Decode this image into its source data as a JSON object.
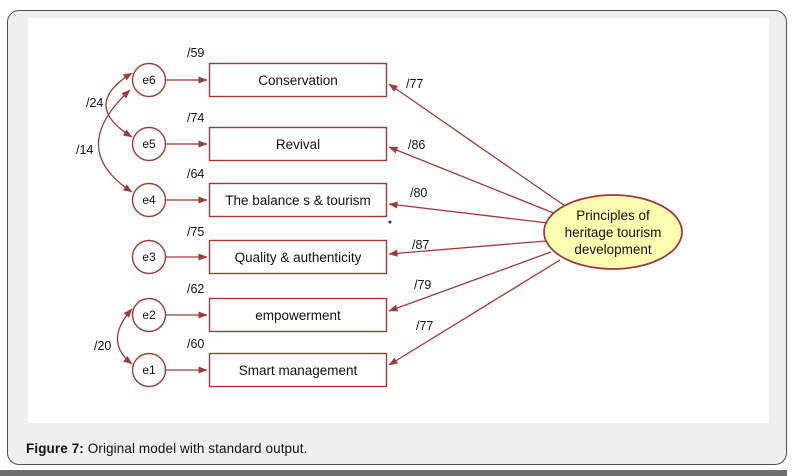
{
  "caption": {
    "prefix": "Figure 7:",
    "rest": " Original model with standard output."
  },
  "latent": {
    "lines": [
      "Principles of",
      "heritage tourism",
      "development"
    ]
  },
  "rows": [
    {
      "error": "e6",
      "smc": "/59",
      "label": "Conservation",
      "loading": "/77"
    },
    {
      "error": "e5",
      "smc": "/74",
      "label": "Revival",
      "loading": "/86"
    },
    {
      "error": "e4",
      "smc": "/64",
      "label": "The balance s & tourism",
      "loading": "/80"
    },
    {
      "error": "e3",
      "smc": "/75",
      "label": "Quality & authenticity",
      "loading": "/87"
    },
    {
      "error": "e2",
      "smc": "/62",
      "label": "empowerment",
      "loading": "/79"
    },
    {
      "error": "e1",
      "smc": "/60",
      "label": "Smart management",
      "loading": "/77"
    }
  ],
  "covariances": [
    {
      "between": "e6-e5",
      "value": "/24"
    },
    {
      "between": "e6-e4",
      "value": "/14"
    },
    {
      "between": "e2-e1",
      "value": "/20"
    }
  ],
  "colors": {
    "diagram_stroke": "#9e3b39",
    "latent_fill": "#ffffb2",
    "card_background": "#efefef",
    "bottom_bar": "#6e6e6e",
    "stray_dot": "#2323cc"
  }
}
